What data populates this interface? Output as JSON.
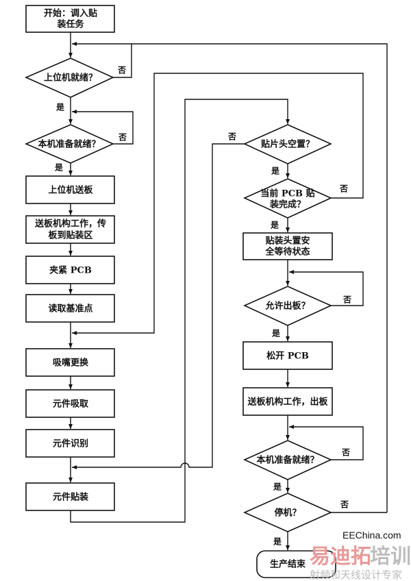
{
  "nodes": {
    "start": [
      "开始：调入贴",
      "装任务"
    ],
    "host_ready": "上位机就绪？",
    "machine_ready_1": "本机准备就绪？",
    "host_send_board": "上位机送板",
    "conveyor_in": [
      "送板机构工作，传",
      "板到贴装区"
    ],
    "clamp_pcb": "夹紧 PCB",
    "read_fiducial": "读取基准点",
    "nozzle_change": "吸嘴更换",
    "component_pick": "元件吸取",
    "component_recognize": "元件识别",
    "component_place": "元件贴装",
    "head_empty": "贴片头空置？",
    "pcb_done": [
      "当前 PCB 贴",
      "装完成？"
    ],
    "head_safe_wait": [
      "贴装头置安",
      "全等待状态"
    ],
    "allow_out": "允许出板？",
    "release_pcb": "松开 PCB",
    "conveyor_out": "送板机构工作，出板",
    "machine_ready_2": "本机准备就绪？",
    "stop": "停机？",
    "end": "生产结束"
  },
  "labels": {
    "yes": "是",
    "no": "否"
  },
  "watermark": {
    "brand_red": "易迪拓",
    "brand_gray": "培训",
    "site": "EEChina.com",
    "slogan": "射频和天线设计专家"
  }
}
